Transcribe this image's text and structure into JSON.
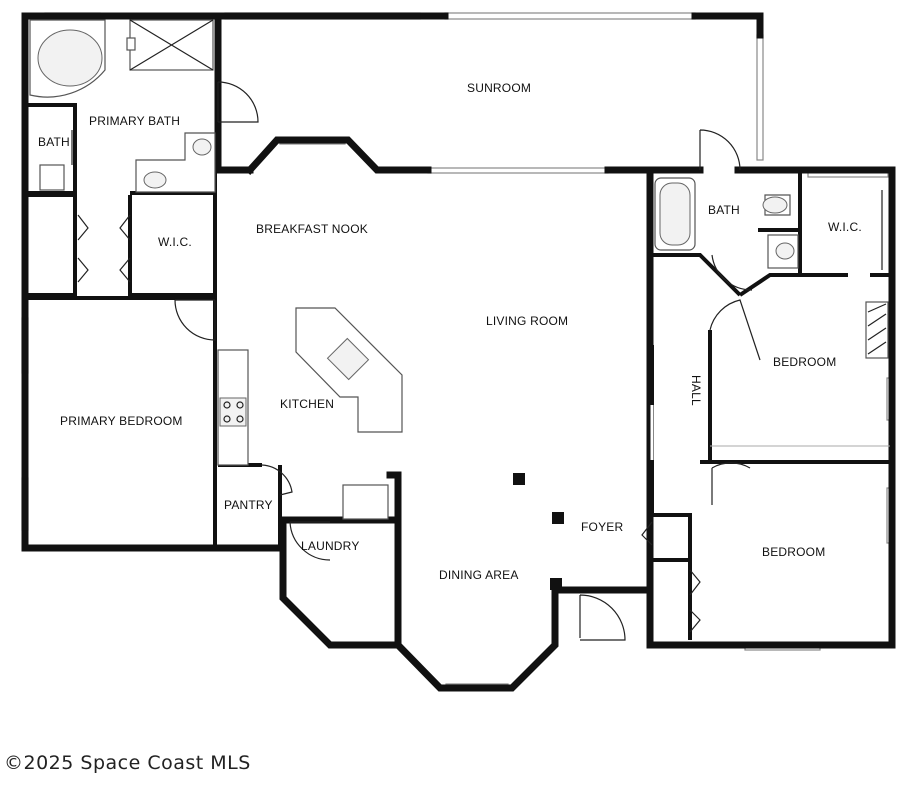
{
  "rooms": {
    "sunroom": "SUNROOM",
    "primary_bath": "PRIMARY BATH",
    "bath_small": "BATH",
    "wic_left": "W.I.C.",
    "breakfast_nook": "BREAKFAST NOOK",
    "living_room": "LIVING ROOM",
    "kitchen": "KITCHEN",
    "primary_bedroom": "PRIMARY BEDROOM",
    "pantry": "PANTRY",
    "laundry": "LAUNDRY",
    "dining_area": "DINING AREA",
    "foyer": "FOYER",
    "bath_right": "BATH",
    "wic_right": "W.I.C.",
    "bedroom_upper": "BEDROOM",
    "hall": "HALL",
    "bedroom_lower": "BEDROOM"
  },
  "watermark": "©2025 Space Coast MLS"
}
